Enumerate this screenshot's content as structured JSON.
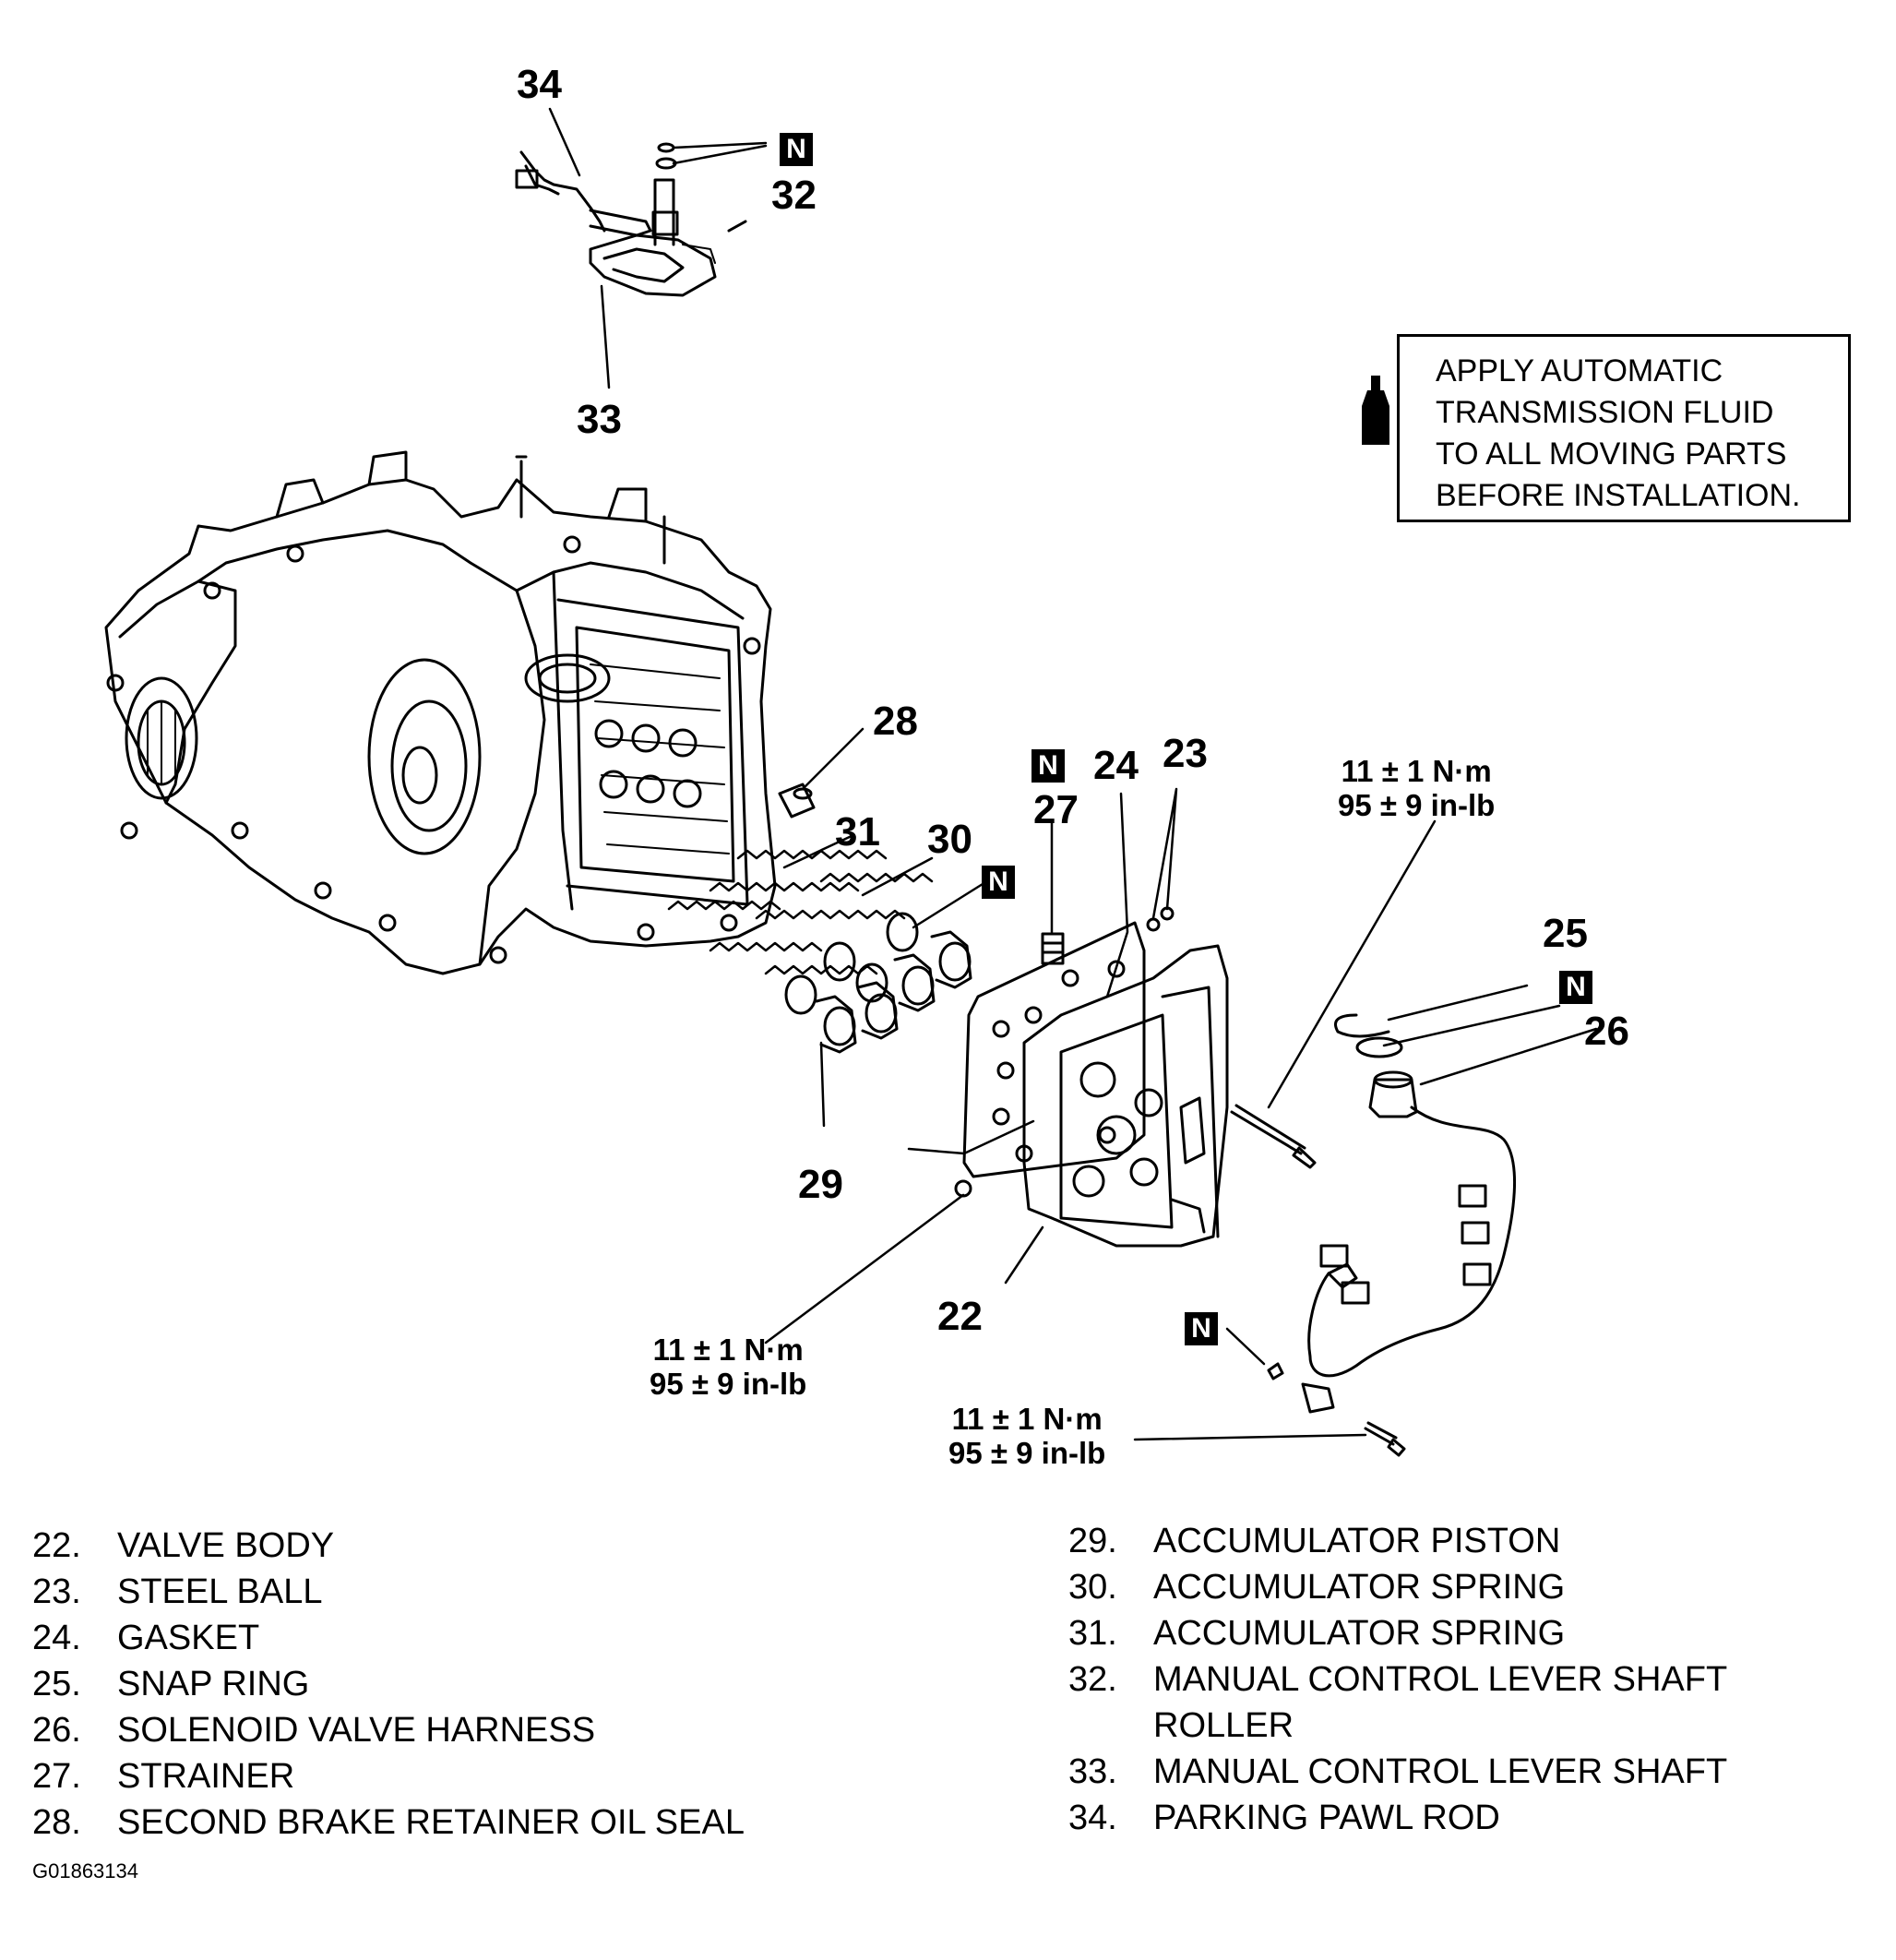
{
  "callouts": {
    "c22": "22",
    "c23": "23",
    "c24": "24",
    "c25": "25",
    "c26": "26",
    "c27": "27",
    "c28": "28",
    "c29": "29",
    "c30": "30",
    "c31": "31",
    "c32": "32",
    "c33": "33",
    "c34": "34"
  },
  "badge_letter": "N",
  "torque_specs": [
    {
      "metric": "11 ± 1 N·m",
      "imperial": "95 ± 9 in-lb"
    },
    {
      "metric": "11 ± 1 N·m",
      "imperial": "95 ± 9 in-lb"
    },
    {
      "metric": "11 ± 1 N·m",
      "imperial": "95 ± 9 in-lb"
    }
  ],
  "note": {
    "icon": "fluid-bottle-icon",
    "lines": [
      "APPLY AUTOMATIC",
      "TRANSMISSION FLUID",
      "TO ALL MOVING PARTS",
      "BEFORE INSTALLATION."
    ]
  },
  "legend_left": [
    {
      "num": "22.",
      "label": "VALVE BODY"
    },
    {
      "num": "23.",
      "label": "STEEL BALL"
    },
    {
      "num": "24.",
      "label": "GASKET"
    },
    {
      "num": "25.",
      "label": "SNAP RING"
    },
    {
      "num": "26.",
      "label": "SOLENOID VALVE HARNESS"
    },
    {
      "num": "27.",
      "label": "STRAINER"
    },
    {
      "num": "28.",
      "label": "SECOND BRAKE RETAINER OIL SEAL"
    }
  ],
  "legend_right": [
    {
      "num": "29.",
      "label": "ACCUMULATOR PISTON"
    },
    {
      "num": "30.",
      "label": "ACCUMULATOR SPRING"
    },
    {
      "num": "31.",
      "label": "ACCUMULATOR SPRING"
    },
    {
      "num": "32.",
      "label": "MANUAL CONTROL LEVER SHAFT"
    },
    {
      "num": "",
      "label": "ROLLER"
    },
    {
      "num": "33.",
      "label": "MANUAL CONTROL LEVER SHAFT"
    },
    {
      "num": "34.",
      "label": "PARKING PAWL ROD"
    }
  ],
  "figure_id": "G01863134"
}
